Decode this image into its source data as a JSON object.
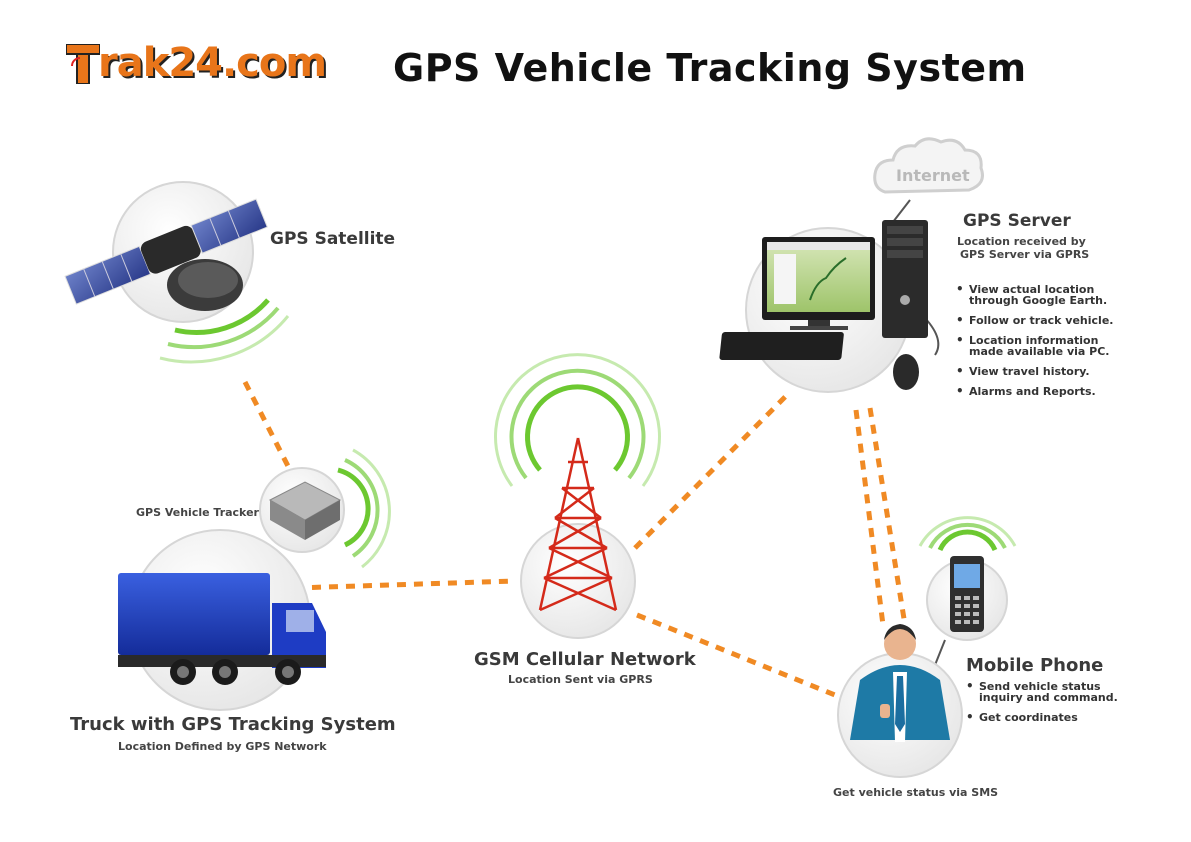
{
  "logo": {
    "text": "rak24.com"
  },
  "title": "GPS Vehicle Tracking System",
  "nodes": {
    "satellite": {
      "label": "GPS Satellite"
    },
    "internet": {
      "label": "Internet"
    },
    "server": {
      "title": "GPS Server",
      "subtitle_line1": "Location received by",
      "subtitle_line2": "GPS Server via GPRS",
      "bullets": [
        "View actual location through Google Earth.",
        "Follow or track vehicle.",
        "Location information made available via PC.",
        "View travel history.",
        "Alarms and Reports."
      ]
    },
    "tracker": {
      "label": "GPS Vehicle Tracker"
    },
    "truck": {
      "title": "Truck with GPS Tracking System",
      "subtitle": "Location Defined by GPS Network"
    },
    "gsm": {
      "title": "GSM Cellular Network",
      "subtitle": "Location Sent via GPRS"
    },
    "mobile": {
      "title": "Mobile Phone",
      "bullets": [
        "Send vehicle status inquiry and command.",
        "Get coordinates"
      ],
      "caption": "Get vehicle status via SMS"
    }
  },
  "colors": {
    "link": "#f08a24",
    "signal": "#5cc21a",
    "circle_fill": "#f3f3f3",
    "circle_stroke": "#d6d6d6",
    "truck_blue": "#1c3fbf",
    "tower_red": "#d42a1a",
    "logo_orange": "#e8751a"
  },
  "icons": [
    "satellite-icon",
    "server-computer-icon",
    "internet-cloud-icon",
    "vehicle-tracker-icon",
    "truck-icon",
    "cell-tower-icon",
    "mobile-phone-icon",
    "businessman-icon"
  ]
}
